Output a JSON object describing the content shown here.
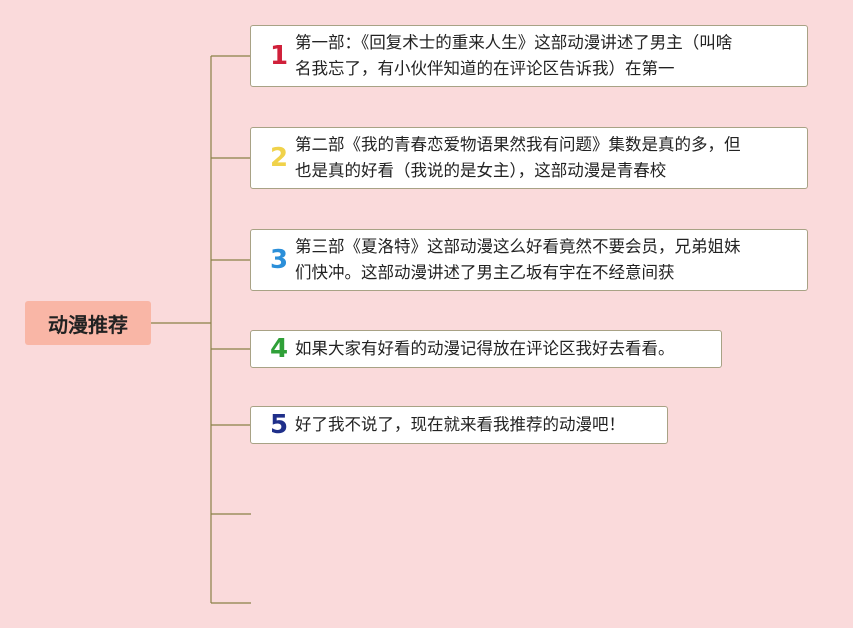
{
  "root": {
    "label": "动漫推荐"
  },
  "items": [
    {
      "number": "1",
      "color": "#d0203a",
      "text": "第一部：《回复术士的重来人生》这部动漫讲述了男主（叫啥\n名我忘了，有小伙伴知道的在评论区告诉我）在第一"
    },
    {
      "number": "2",
      "color": "#f0d24a",
      "text": "第二部《我的青春恋爱物语果然我有问题》集数是真的多，但\n也是真的好看（我说的是女主），这部动漫是青春校"
    },
    {
      "number": "3",
      "color": "#2b8fd9",
      "text": "第三部《夏洛特》这部动漫这么好看竟然不要会员，兄弟姐妹\n们快冲。这部动漫讲述了男主乙坂有宇在不经意间获"
    },
    {
      "number": "4",
      "color": "#2fa038",
      "text": "如果大家有好看的动漫记得放在评论区我好去看看。"
    },
    {
      "number": "5",
      "color": "#1f2f8a",
      "text": "好了我不说了，现在就来看我推荐的动漫吧！"
    }
  ],
  "colors": {
    "background": "#fadadb",
    "root_fill": "#f9b6a6",
    "connector": "#8a8146",
    "node_border": "#a8a285"
  }
}
